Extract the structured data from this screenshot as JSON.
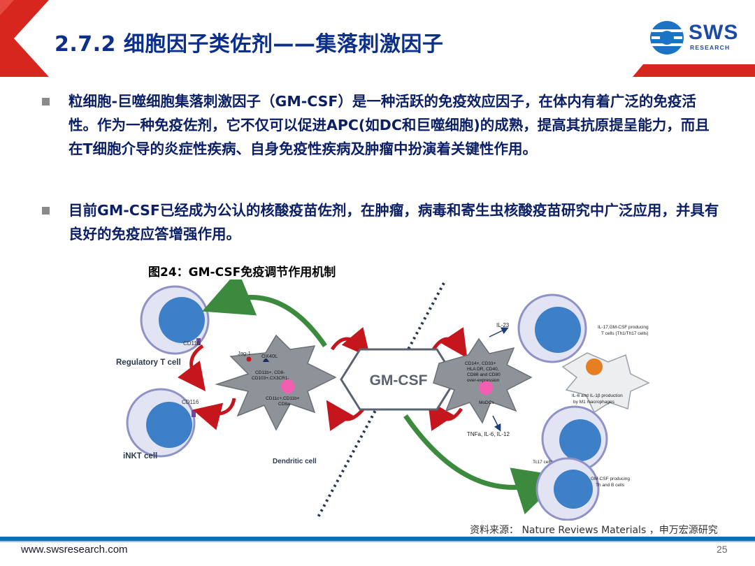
{
  "header": {
    "title": "2.7.2 细胞因子类佐剂——集落刺激因子",
    "logo_text": "SWS",
    "logo_subtext": "RESEARCH"
  },
  "bullets": [
    "粒细胞-巨噬细胞集落刺激因子（GM-CSF）是一种活跃的免疫效应因子，在体内有着广泛的免疫活性。作为一种免疫佐剂，它不仅可以促进APC(如DC和巨噬细胞)的成熟，提高其抗原提呈能力，而且在T细胞介导的炎症性疾病、自身免疫性疾病及肿瘤中扮演着关键性作用。",
    "目前GM-CSF已经成为公认的核酸疫苗佐剂，在肿瘤，病毒和寄生虫核酸疫苗研究中广泛应用，并具有良好的免疫应答增强作用。"
  ],
  "figure": {
    "caption": "图24：GM-CSF免疫调节作用机制",
    "center_label": "GM-CSF",
    "labels": {
      "regulatory_t_cell": "Regulatory T cell",
      "inkt_cell": "iNKT cell",
      "dendritic_cell": "Dendritic cell",
      "cd116_top": "CD116",
      "cd116_bottom": "CD116",
      "jag1": "Jag-1",
      "ox40l": "OX40L",
      "dc_markers_1": "CD11b+, CD8-",
      "dc_markers_2": "CD103+,CX3CR1-",
      "dc_markers_3": "CD11c+,CD11b+",
      "dc_markers_4": "CD8a-",
      "modc_markers_1": "CD14+, CD33+",
      "modc_markers_2": "HLA DR, CD40,",
      "modc_markers_3": "CD86 and CD80",
      "modc_markers_4": "over-expression",
      "modcs": "MoDCs",
      "il23": "IL-23",
      "tnfa": "TNFa, IL-6, IL-12",
      "th_cells_1": "IL-17,GM-CSF producing",
      "th_cells_2": "T cells (Th1/Th17 cells)",
      "macrophage_1": "IL-6 and IL-1β production",
      "macrophage_2": "by M1 macrophages",
      "tc17": "Tc17 cells",
      "th_b_1": "GM-CSF producing",
      "th_b_2": "Th and B cells"
    }
  },
  "source": "资料来源： Nature Reviews Materials ，申万宏源研究",
  "footer": {
    "url": "www.swsresearch.com",
    "page": "25"
  },
  "colors": {
    "title_blue": "#0b2f8a",
    "header_red": "#d7261e",
    "body_text": "#0b1f66",
    "footer_blue": "#0d6fb8"
  }
}
